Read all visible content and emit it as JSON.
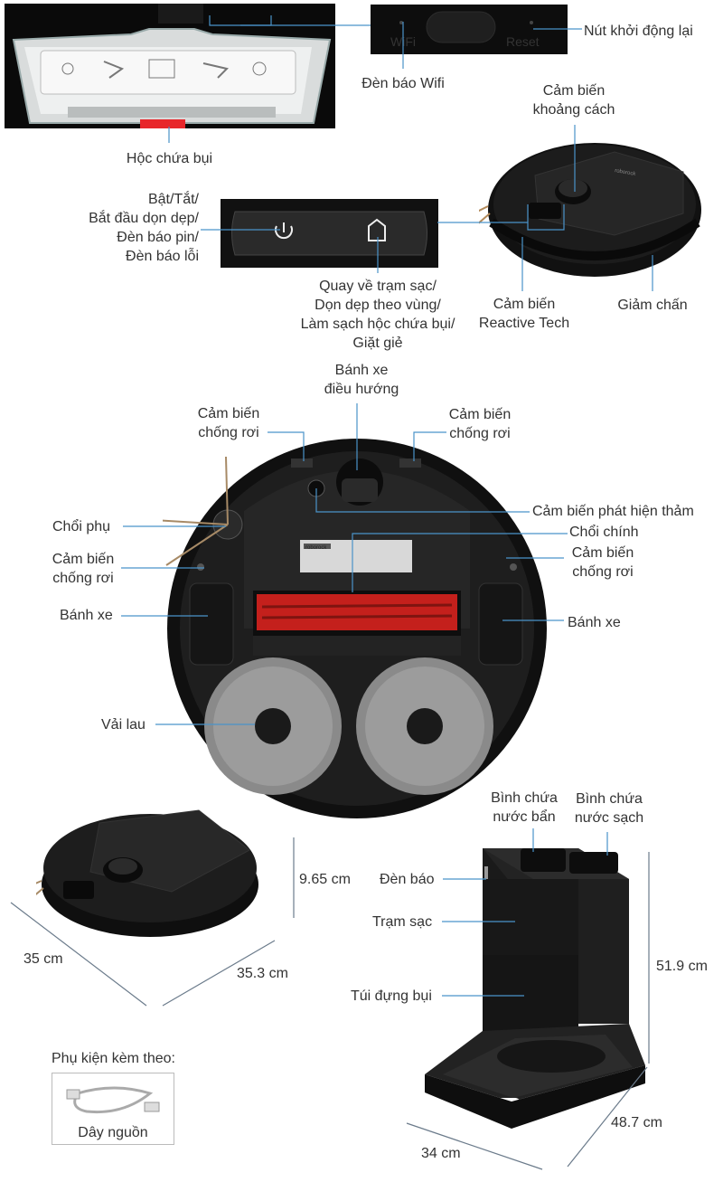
{
  "labels": {
    "dust_bin": "Hộc chứa bụi",
    "wifi_light": "Đèn báo Wifi",
    "reset_button": "Nút khởi động lại",
    "power_button": [
      "Bật/Tắt/",
      "Bắt đầu dọn dẹp/",
      "Đèn báo pin/",
      "Đèn báo lỗi"
    ],
    "home_button": [
      "Quay về trạm sạc/",
      "Dọn dẹp theo vùng/",
      "Làm sạch hộc chứa bụi/",
      "Giặt giẻ"
    ],
    "distance_sensor": [
      "Cảm biến",
      "khoảng cách"
    ],
    "reactive_tech": [
      "Cảm biến",
      "Reactive Tech"
    ],
    "bumper": "Giảm chấn",
    "steering_wheel": [
      "Bánh xe",
      "điều hướng"
    ],
    "cliff_sensor_top_left": [
      "Cảm biến",
      "chống rơi"
    ],
    "cliff_sensor_top_right": [
      "Cảm biến",
      "chống rơi"
    ],
    "carpet_sensor": "Cảm biến phát hiện thảm",
    "side_brush": "Chổi phụ",
    "main_brush": "Chổi chính",
    "cliff_sensor_left": [
      "Cảm biến",
      "chống rơi"
    ],
    "cliff_sensor_right": [
      "Cảm biến",
      "chống rơi"
    ],
    "wheel_left": "Bánh xe",
    "wheel_right": "Bánh xe",
    "mop": "Vải lau",
    "dirty_tank": [
      "Bình chứa",
      "nước bẩn"
    ],
    "clean_tank": [
      "Bình chứa",
      "nước sạch"
    ],
    "indicator": "Đèn báo",
    "dock": "Trạm sạc",
    "dust_bag": "Túi đựng bụi"
  },
  "dimensions": {
    "robot_height": "9.65 cm",
    "robot_width": "35 cm",
    "robot_depth": "35.3 cm",
    "dock_height": "51.9 cm",
    "dock_width": "34 cm",
    "dock_depth": "48.7 cm"
  },
  "accessories": {
    "title": "Phụ kiện kèm theo:",
    "item": "Dây nguồn"
  },
  "printed": {
    "wifi": "WiFi",
    "reset": "Reset",
    "brand": "roborock"
  }
}
